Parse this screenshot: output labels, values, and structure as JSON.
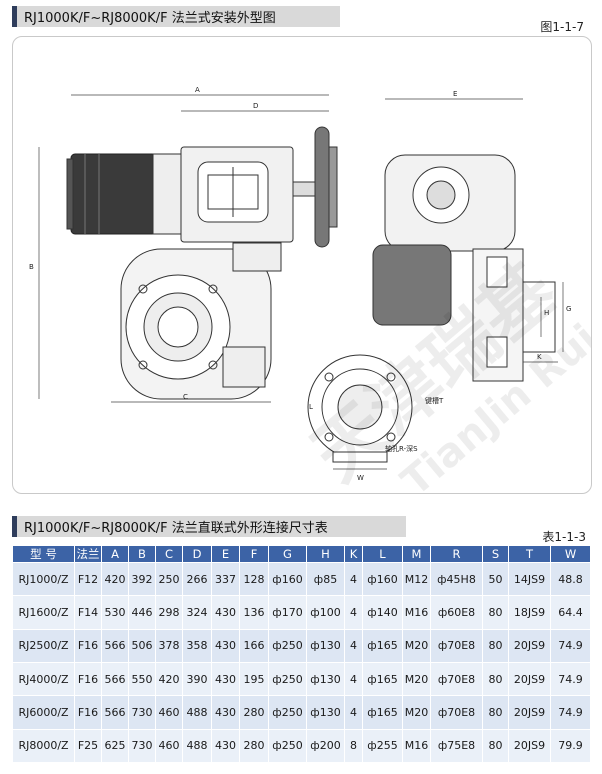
{
  "section1": {
    "title": "RJ1000K/F~RJ8000K/F 法兰式安装外型图",
    "figure_no": "图1-1-7"
  },
  "drawing": {
    "dim_labels": {
      "A": "A",
      "D": "D",
      "E": "E",
      "B": "B",
      "C": "C",
      "G": "G",
      "H": "H",
      "K": "K",
      "W": "W",
      "T": "T",
      "L": "L"
    },
    "note_key": "键槽T",
    "note_hole": "轴孔R-深S",
    "watermark": "天津瑞基",
    "watermark_latin": "TianJin Rui"
  },
  "section2": {
    "title": "RJ1000K/F~RJ8000K/F 法兰直联式外形连接尺寸表",
    "table_no": "表1-1-3"
  },
  "table": {
    "headers": [
      "型  号",
      "法兰",
      "A",
      "B",
      "C",
      "D",
      "E",
      "F",
      "G",
      "H",
      "K",
      "L",
      "M",
      "R",
      "S",
      "T",
      "W"
    ],
    "rows": [
      [
        "RJ1000/Z",
        "F12",
        "420",
        "392",
        "250",
        "266",
        "337",
        "128",
        "ф160",
        "ф85",
        "4",
        "ф160",
        "M12",
        "ф45H8",
        "50",
        "14JS9",
        "48.8"
      ],
      [
        "RJ1600/Z",
        "F14",
        "530",
        "446",
        "298",
        "324",
        "430",
        "136",
        "ф170",
        "ф100",
        "4",
        "ф140",
        "M16",
        "ф60E8",
        "80",
        "18JS9",
        "64.4"
      ],
      [
        "RJ2500/Z",
        "F16",
        "566",
        "506",
        "378",
        "358",
        "430",
        "166",
        "ф250",
        "ф130",
        "4",
        "ф165",
        "M20",
        "ф70E8",
        "80",
        "20JS9",
        "74.9"
      ],
      [
        "RJ4000/Z",
        "F16",
        "566",
        "550",
        "420",
        "390",
        "430",
        "195",
        "ф250",
        "ф130",
        "4",
        "ф165",
        "M20",
        "ф70E8",
        "80",
        "20JS9",
        "74.9"
      ],
      [
        "RJ6000/Z",
        "F16",
        "566",
        "730",
        "460",
        "488",
        "430",
        "280",
        "ф250",
        "ф130",
        "4",
        "ф165",
        "M20",
        "ф70E8",
        "80",
        "20JS9",
        "74.9"
      ],
      [
        "RJ8000/Z",
        "F25",
        "625",
        "730",
        "460",
        "488",
        "430",
        "280",
        "ф250",
        "ф200",
        "8",
        "ф255",
        "M16",
        "ф75E8",
        "80",
        "20JS9",
        "79.9"
      ]
    ]
  }
}
